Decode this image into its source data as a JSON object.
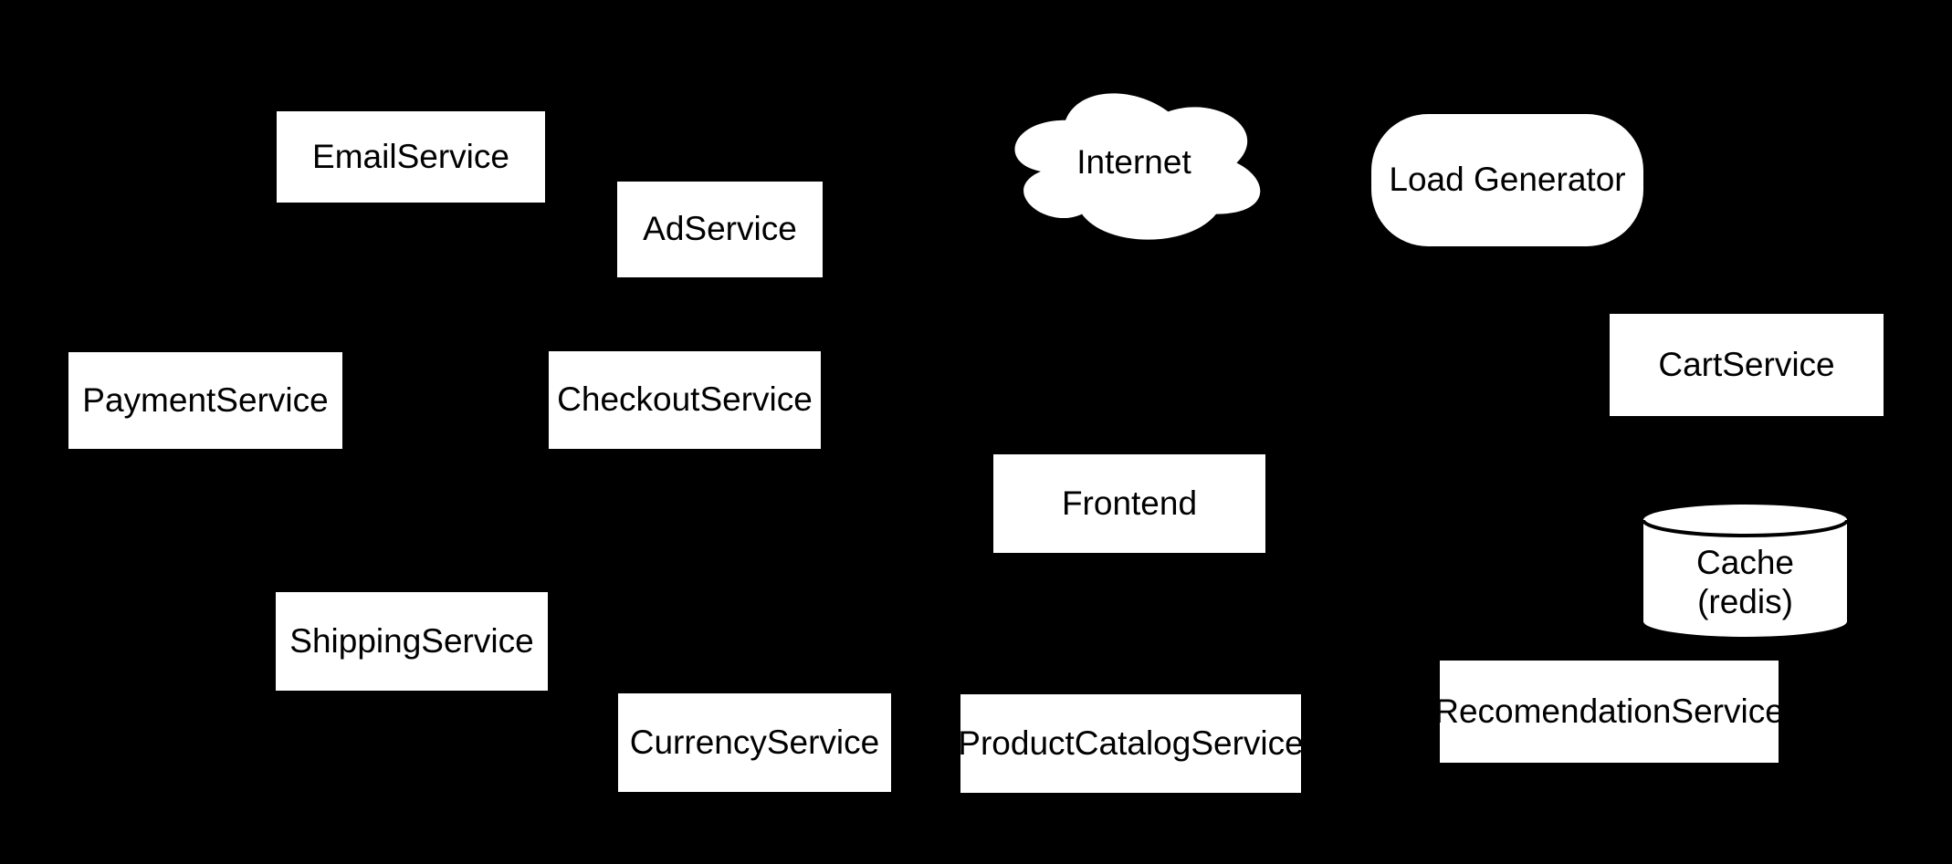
{
  "diagram": {
    "colors": {
      "background": "#000000",
      "node_fill": "#ffffff",
      "node_text": "#000000"
    },
    "nodes": [
      {
        "label": "EmailService",
        "shape": "rectangle"
      },
      {
        "label": "AdService",
        "shape": "rectangle"
      },
      {
        "label": "Internet",
        "shape": "cloud"
      },
      {
        "label": "Load Generator",
        "shape": "rounded-rectangle"
      },
      {
        "label": "PaymentService",
        "shape": "rectangle"
      },
      {
        "label": "CheckoutService",
        "shape": "rectangle"
      },
      {
        "label": "CartService",
        "shape": "rectangle"
      },
      {
        "label": "Frontend",
        "shape": "rectangle"
      },
      {
        "label": "Cache",
        "sublabel": "(redis)",
        "shape": "cylinder"
      },
      {
        "label": "ShippingService",
        "shape": "rectangle"
      },
      {
        "label": "CurrencyService",
        "shape": "rectangle"
      },
      {
        "label": "ProductCatalogService",
        "shape": "rectangle"
      },
      {
        "label": "RecomendationService",
        "shape": "rectangle"
      }
    ]
  }
}
